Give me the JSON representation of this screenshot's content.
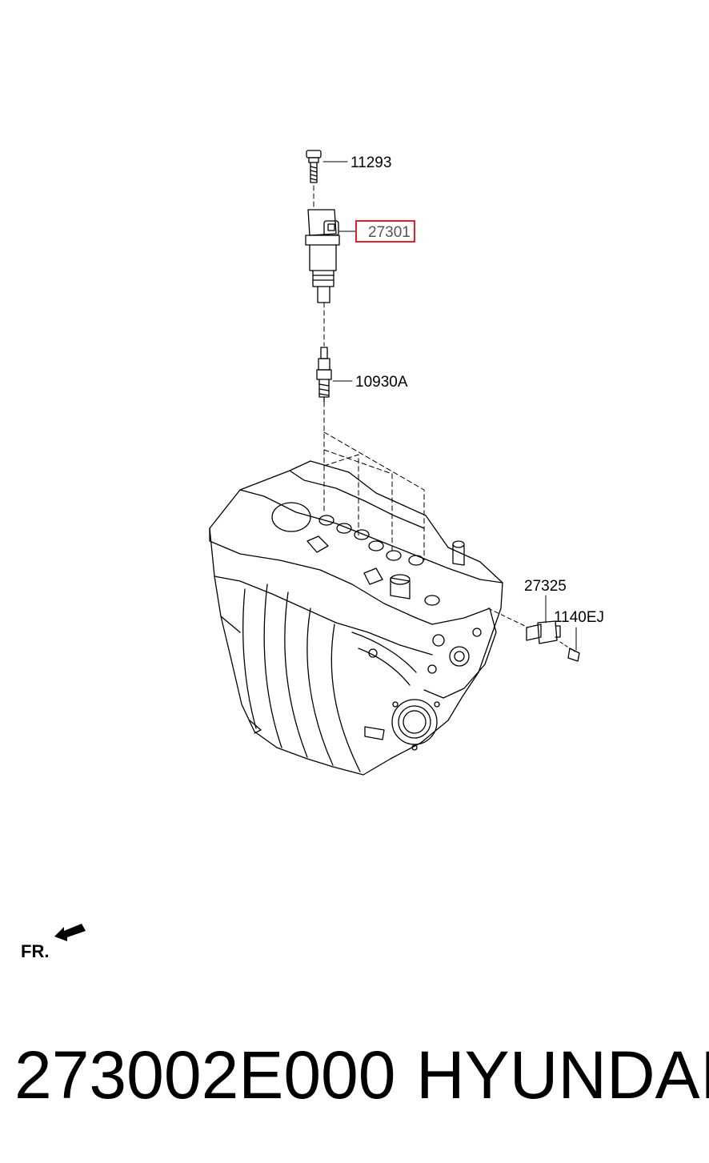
{
  "callouts": {
    "bolt": "11293",
    "ignition_coil": "27301",
    "spark_plug": "10930A",
    "sensor": "27325",
    "sensor_bolt": "1140EJ"
  },
  "front_label": "FR.",
  "highlight_color": "#e0202a",
  "footer": {
    "part_number": "273002E000",
    "brand": "HYUNDAI"
  }
}
